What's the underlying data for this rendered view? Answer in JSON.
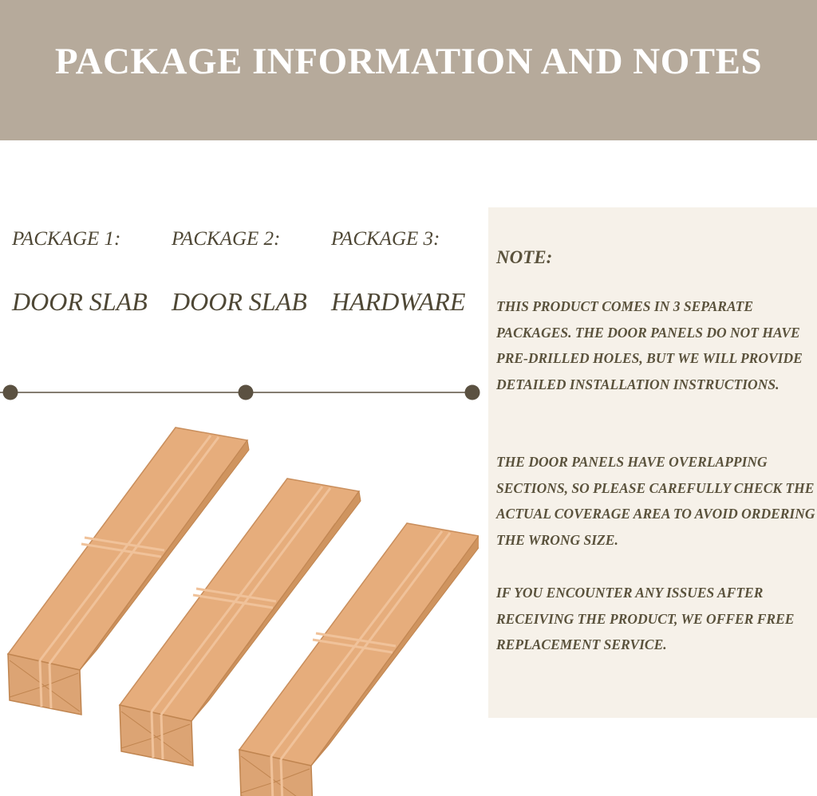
{
  "header": {
    "title": "PACKAGE INFORMATION AND NOTES"
  },
  "packages": [
    {
      "label": "PACKAGE 1:",
      "name": "DOOR SLAB"
    },
    {
      "label": "PACKAGE 2:",
      "name": "DOOR SLAB"
    },
    {
      "label": "PACKAGE 3:",
      "name": "HARDWARE"
    }
  ],
  "note": {
    "title": "NOTE:",
    "paragraphs": [
      "THIS PRODUCT COMES IN 3 SEPARATE PACKAGES. THE DOOR PANELS DO NOT HAVE PRE-DRILLED HOLES, BUT WE WILL PROVIDE DETAILED INSTALLATION INSTRUCTIONS.",
      "THE DOOR PANELS HAVE OVERLAPPING SECTIONS, SO PLEASE CAREFULLY CHECK THE ACTUAL COVERAGE AREA TO AVOID ORDERING THE WRONG SIZE.",
      "IF YOU ENCOUNTER ANY ISSUES AFTER RECEIVING THE PRODUCT, WE OFFER FREE REPLACEMENT SERVICE."
    ]
  },
  "colors": {
    "banner": "#b6aa9b",
    "text": "#4e4735",
    "note_bg": "#f6f1e9",
    "dot": "#5b5141",
    "box_face": "#e6ad7c",
    "box_side": "#d49a69",
    "box_end": "#dca474",
    "strap": "#f0c29a"
  }
}
